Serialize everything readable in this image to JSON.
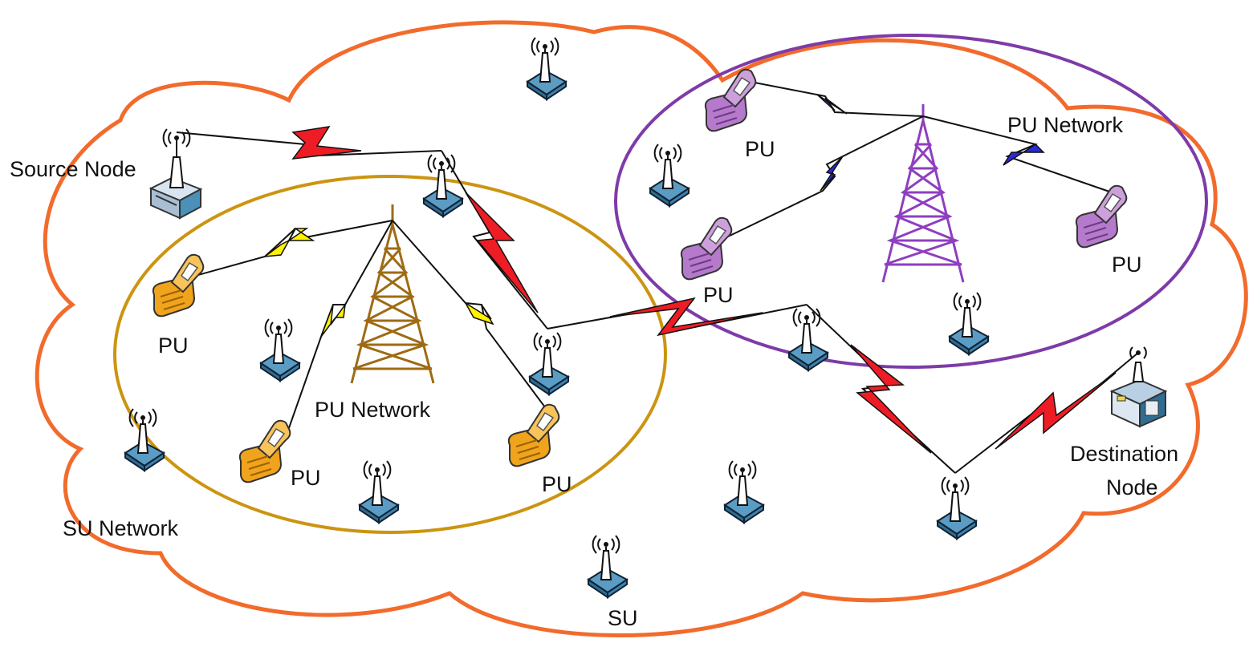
{
  "labels": {
    "source_node": "Source Node",
    "destination_node_line1": "Destination",
    "destination_node_line2": "Node",
    "su_network": "SU Network",
    "su": "SU",
    "pu_network_left": "PU Network",
    "pu_network_right": "PU Network",
    "pu_left_1": "PU",
    "pu_left_2": "PU",
    "pu_left_3": "PU",
    "pu_right_1": "PU",
    "pu_right_2": "PU",
    "pu_right_3": "PU"
  },
  "colors": {
    "su_cloud": "#F26B2C",
    "pu_network_left": "#CC9410",
    "pu_network_right": "#7E3BA8",
    "su_link": "#EE1C25",
    "pu_link_left": "#FFF200",
    "pu_link_right": "#2A2AD8",
    "pu_phone_left": "#F0A31C",
    "pu_phone_right": "#B57ACB",
    "tower_left": "#9E6B14",
    "tower_right": "#8E3FC0",
    "su_node_base": "#4A90B8"
  },
  "icons": {
    "su_node": "antenna-router-icon",
    "source_node": "server-router-icon",
    "destination_node": "building-node-icon",
    "pu_device": "mobile-phone-icon",
    "pu_base_station": "lattice-tower-icon"
  }
}
